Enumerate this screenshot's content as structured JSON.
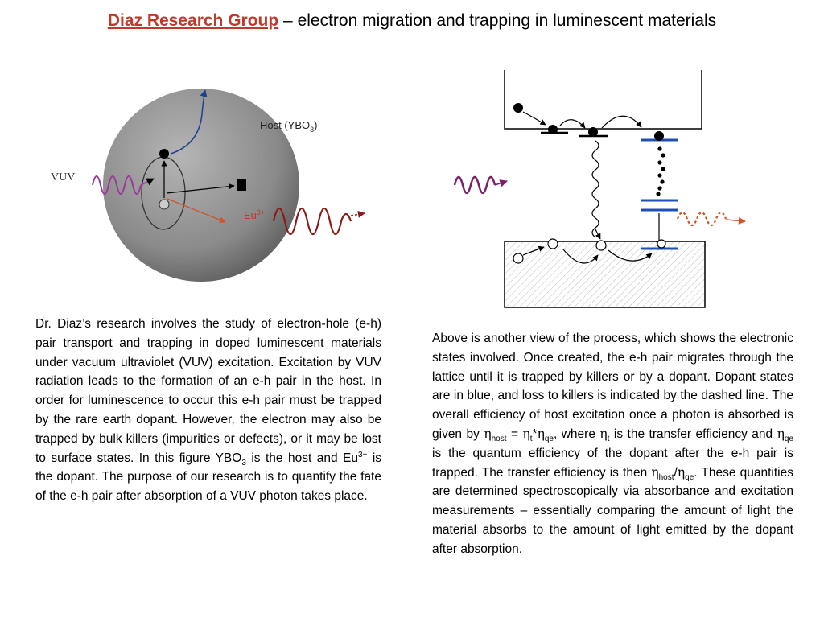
{
  "title": {
    "group_name": "Diaz Research Group",
    "subtitle": " – electron migration and trapping in luminescent materials"
  },
  "figure_left": {
    "vuv_label": "VUV",
    "host_label": "Host (YBO",
    "host_sub": "3",
    "host_close": ")",
    "eu_label": "Eu",
    "eu_sup": "3+"
  },
  "paragraph_left": {
    "p1": "Dr. Diaz’s research involves the study of electron-hole (e-h) pair transport and trapping in doped luminescent materials under vacuum ultraviolet (VUV) excitation.  Excitation by VUV radiation leads to the formation of an e-h pair in the host.  In order for luminescence to occur this e-h pair must be trapped by the rare earth dopant.  However, the electron may also be trapped by bulk killers (impurities or defects), or it may be lost to surface states.  In this figure YBO",
    "sub1": "3",
    "p2": " is the host and Eu",
    "sup1": "3+",
    "p3": " is the dopant.  The purpose of our research is to quantify the fate of the e-h pair after absorption of a VUV photon takes place."
  },
  "paragraph_right": {
    "p1": "Above is another view of the process, which shows the electronic states involved.  Once created, the e-h pair migrates through the lattice until it is trapped by killers or by a dopant.  Dopant states are in blue, and loss to killers is indicated by the dashed line.  The overall efficiency of host excitation once a photon is absorbed is given by ",
    "eta": "η",
    "sub_host": "host",
    "eq": " = ",
    "sub_t": "t",
    "star": "*",
    "sub_qe": "qe",
    "p2": ", where ",
    "p3": " is the transfer efficiency and ",
    "p4": " is the quantum efficiency of the dopant after the e-h pair is trapped.  The transfer efficiency is then ",
    "slash": "/",
    "p5": ".  These quantities are determined spectroscopically via absorbance and excitation measurements – essentially comparing the amount of light the material absorbs to the amount of light emitted by the dopant after absorption."
  },
  "colors": {
    "title_accent": "#c0392b",
    "vuv_wave": "#9b3a9b",
    "emission_wave": "#8b1a1a",
    "dopant_state": "#1f4fb5",
    "sphere": "#8a8a8a"
  }
}
